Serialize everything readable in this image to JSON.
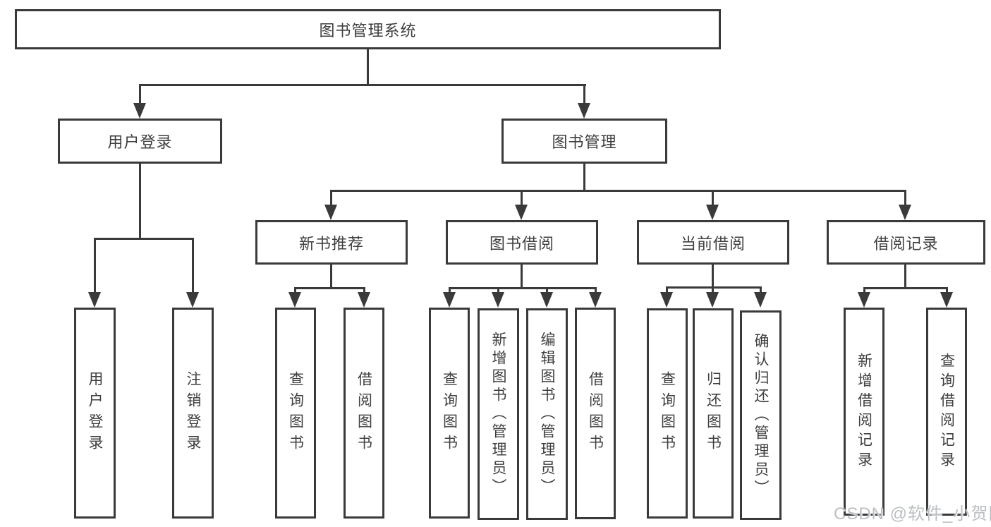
{
  "diagram": {
    "root": {
      "label": "图书管理系统"
    },
    "level2": [
      {
        "label": "用户登录"
      },
      {
        "label": "图书管理"
      }
    ],
    "level3": [
      {
        "label": "新书推荐"
      },
      {
        "label": "图书借阅"
      },
      {
        "label": "当前借阅"
      },
      {
        "label": "借阅记录"
      }
    ],
    "leaves": [
      {
        "label": "用户登录"
      },
      {
        "label": "注销登录"
      },
      {
        "label": "查询图书"
      },
      {
        "label": "借阅图书"
      },
      {
        "label": "查询图书"
      },
      {
        "label": "新增图书（管理员）"
      },
      {
        "label": "编辑图书（管理员）"
      },
      {
        "label": "借阅图书"
      },
      {
        "label": "查询图书"
      },
      {
        "label": "归还图书"
      },
      {
        "label": "确认归还（管理员）"
      },
      {
        "label": "新增借阅记录"
      },
      {
        "label": "查询借阅记录"
      }
    ]
  },
  "watermark": {
    "text": "CSDN @软件_小贺同学"
  },
  "colors": {
    "line": "#3a3a3a",
    "text": "#3f3f3f",
    "watermark": "#bcbfc2",
    "background": "#ffffff"
  }
}
